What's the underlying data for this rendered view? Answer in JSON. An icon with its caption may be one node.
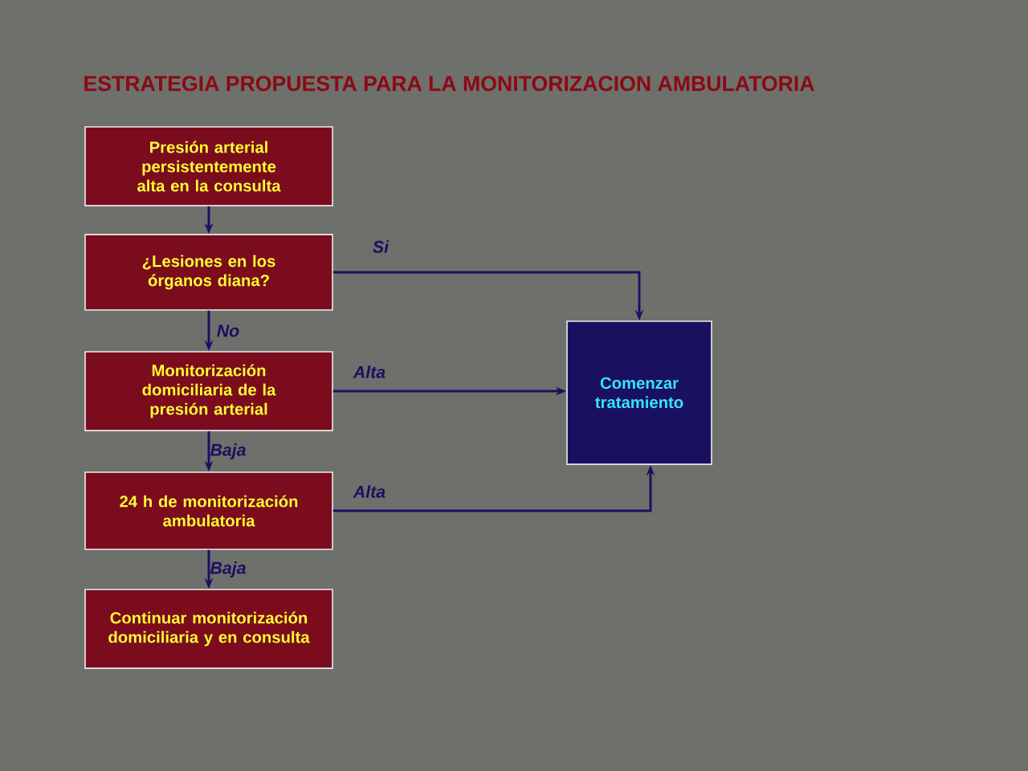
{
  "diagram": {
    "title": "ESTRATEGIA PROPUESTA PARA LA MONITORIZACION AMBULATORIA",
    "nodes": [
      {
        "text": [
          "Presión arterial persistentemente alta en la consulta"
        ]
      },
      {
        "text": [
          "¿Lesiones en los órganos diana?"
        ]
      },
      {
        "text": [
          "Monitorización domiciliaria de la presión arterial"
        ]
      },
      {
        "text": [
          "24 h de monitorización ambulatoria"
        ]
      },
      {
        "text": [
          "Continuar monitorización domiciliaria y en consulta"
        ]
      },
      {
        "text": [
          "Comenzar tratamiento"
        ]
      }
    ],
    "edges": [
      {
        "from": 0,
        "to": 1,
        "arrow": "to"
      },
      {
        "from": 1,
        "to": 2,
        "arrow": "to",
        "label": "No"
      },
      {
        "from": 2,
        "to": 3,
        "arrow": "to",
        "label": "Baja"
      },
      {
        "from": 3,
        "to": 4,
        "arrow": "to",
        "label": "Baja"
      },
      {
        "from": 1,
        "to": 5,
        "arrow": "to",
        "label": "Si"
      },
      {
        "from": 2,
        "to": 5,
        "arrow": "to",
        "label": "Alta"
      },
      {
        "from": 3,
        "to": 5,
        "arrow": "to",
        "label": "Alta"
      }
    ]
  }
}
